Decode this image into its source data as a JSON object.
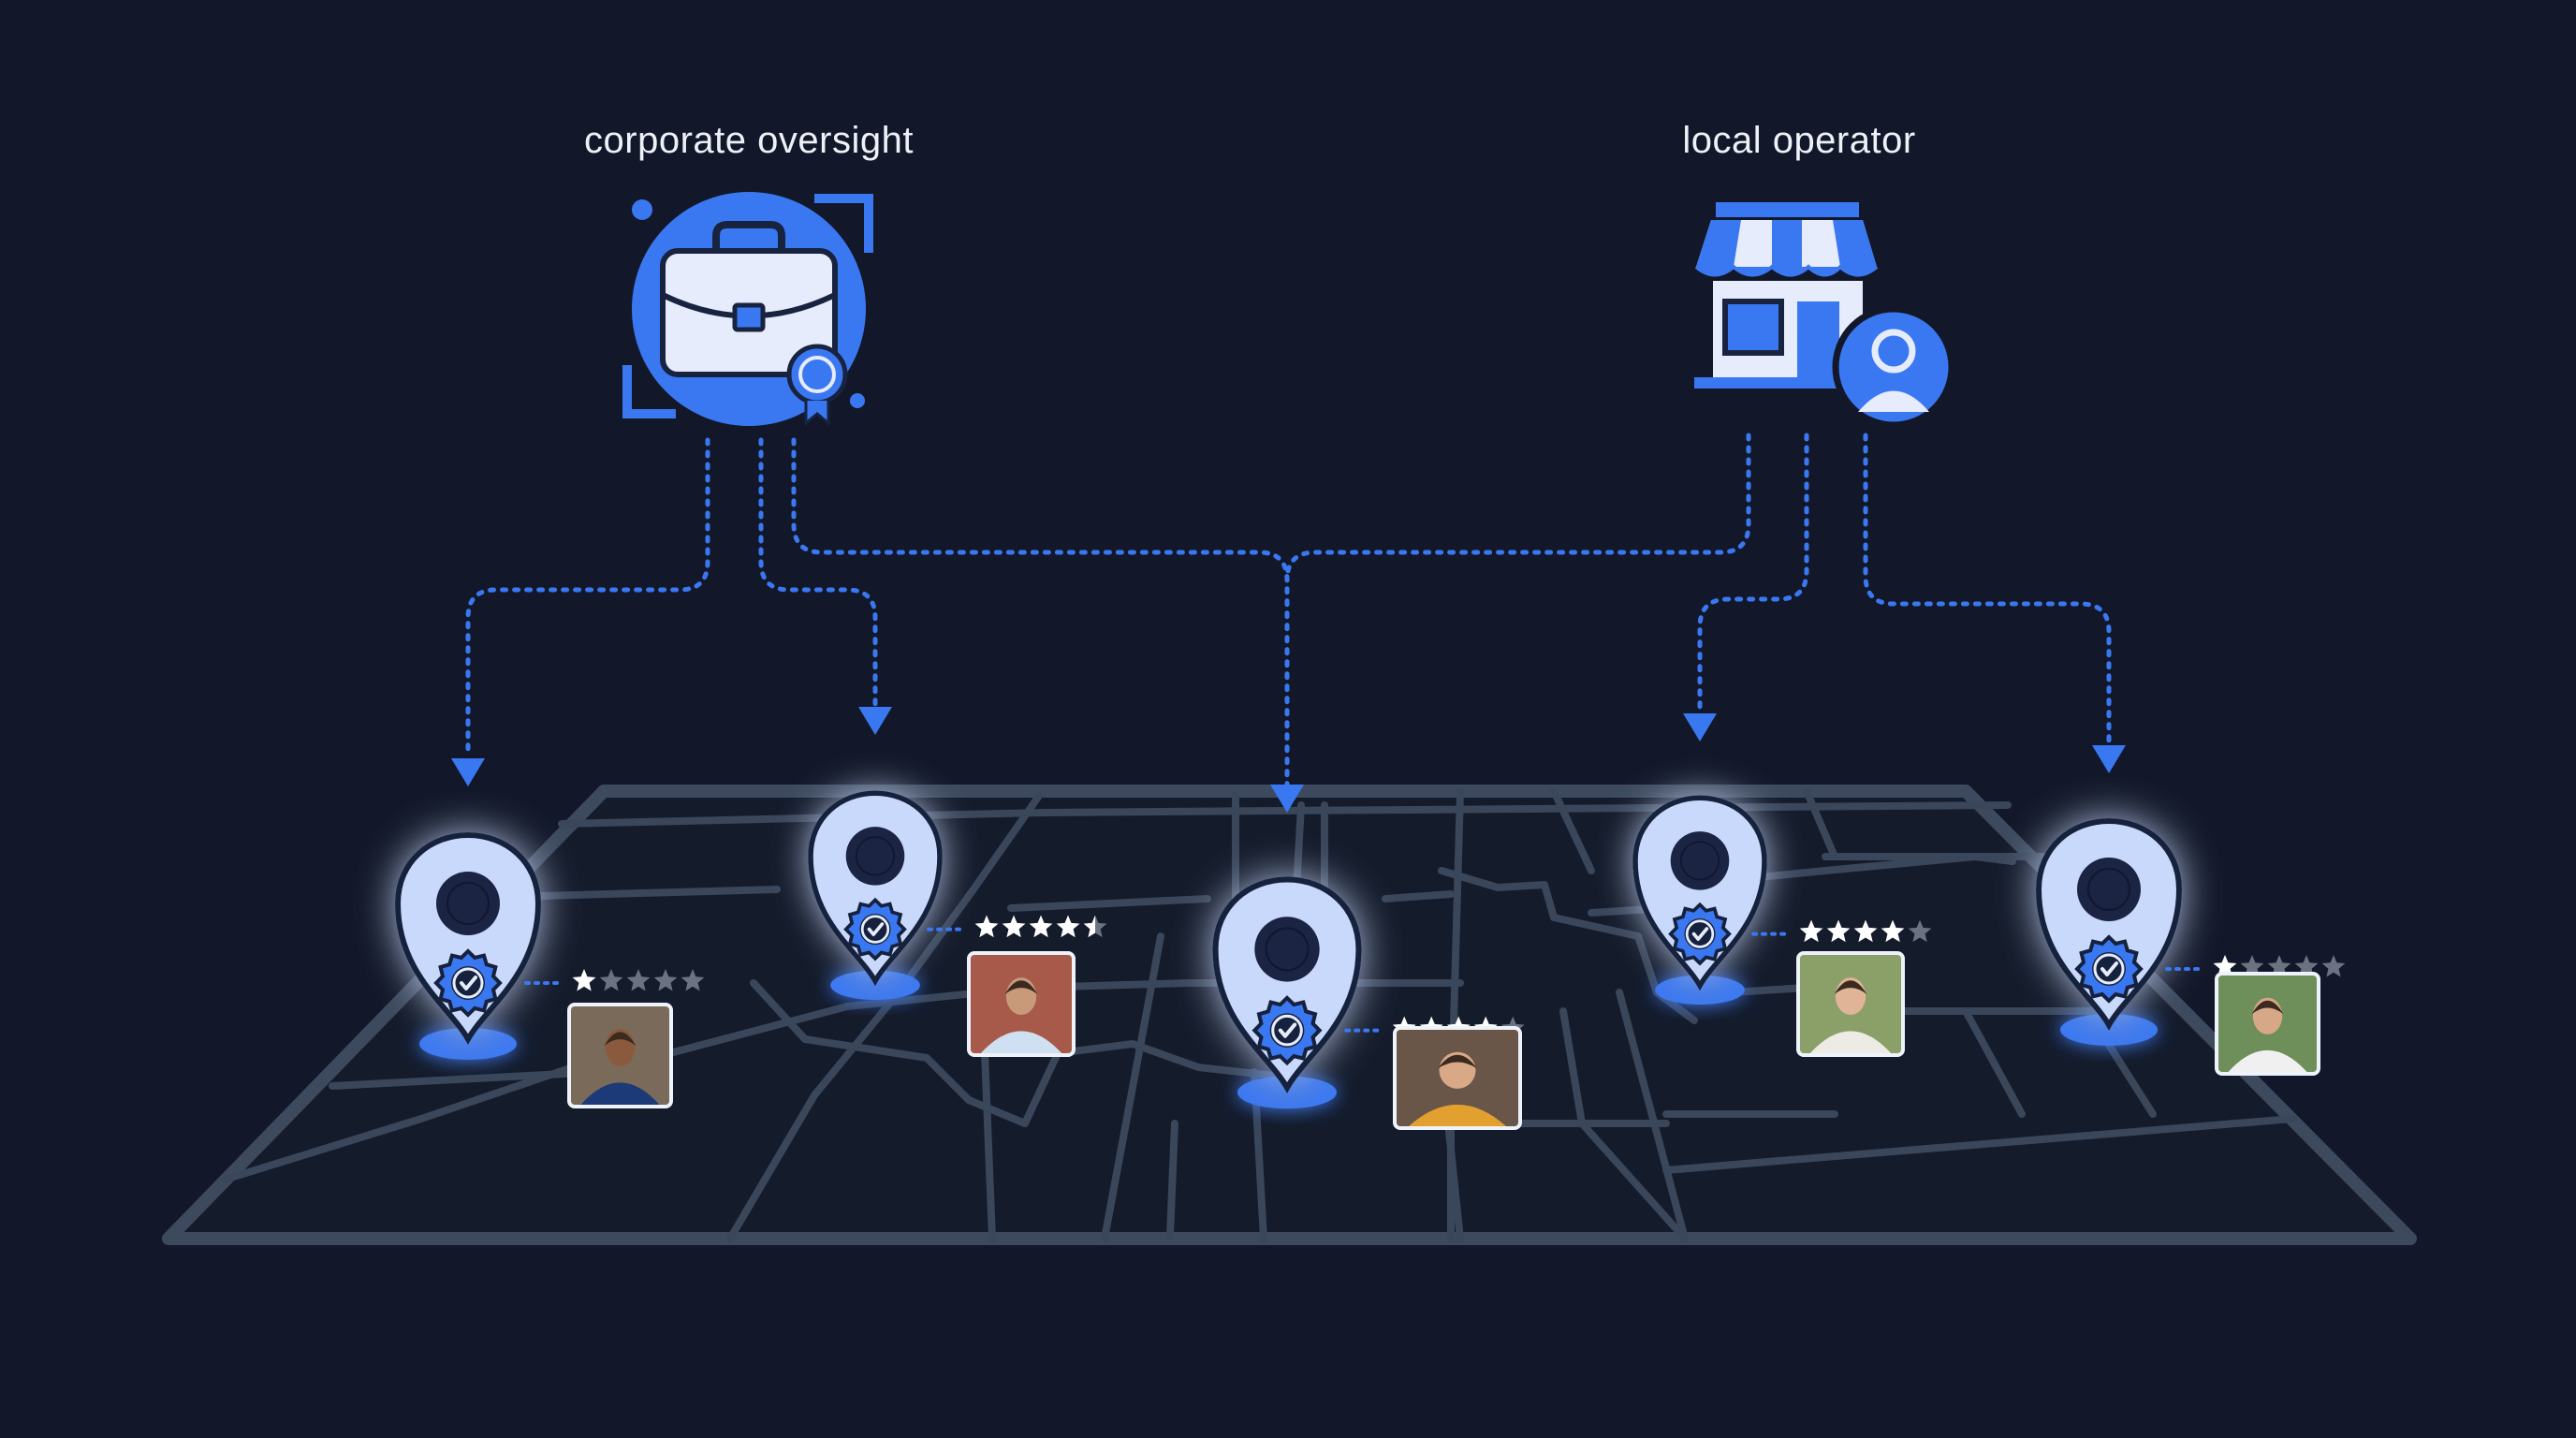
{
  "labels": {
    "corporate": "corporate oversight",
    "local": "local operator"
  },
  "icons": {
    "corporate": "briefcase-icon",
    "local": "storefront-with-user-icon",
    "marker": "map-pin-icon",
    "badge": "verified-badge-icon",
    "photo": "person-photo-icon"
  },
  "colors": {
    "background": "#121829",
    "accent": "#3a78f2",
    "pin": "#c9d9fb",
    "map_line": "#3a465a",
    "star_on": "#ffffff",
    "star_off": "#6b7282"
  },
  "locations": [
    {
      "id": "location-1",
      "rating": 1,
      "source": "corporate"
    },
    {
      "id": "location-2",
      "rating": 4.5,
      "source": "corporate"
    },
    {
      "id": "location-3",
      "rating": 4,
      "source": "corporate+local"
    },
    {
      "id": "location-4",
      "rating": 4,
      "source": "local"
    },
    {
      "id": "location-5",
      "rating": 1,
      "source": "local"
    }
  ]
}
